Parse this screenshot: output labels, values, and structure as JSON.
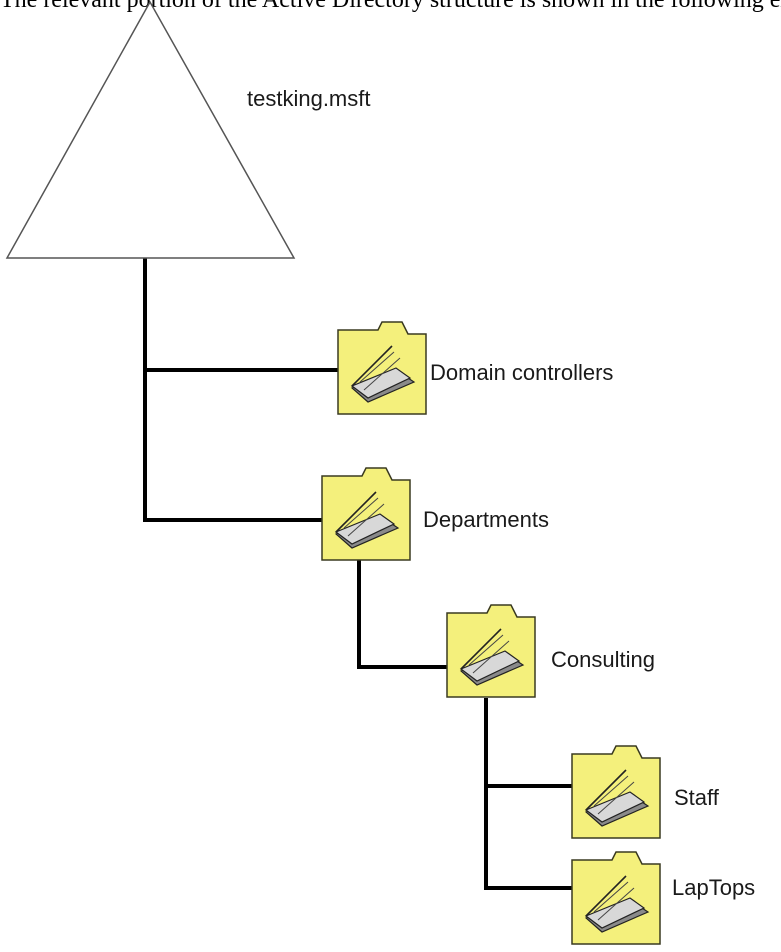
{
  "caption": "The relevant portion of the Active Directory structure is shown in the following exhibit.",
  "domain": {
    "name": "testking.msft"
  },
  "organizational_units": [
    {
      "name": "Domain controllers",
      "parent": "testking.msft"
    },
    {
      "name": "Departments",
      "parent": "testking.msft"
    },
    {
      "name": "Consulting",
      "parent": "Departments"
    },
    {
      "name": "Staff",
      "parent": "Consulting"
    },
    {
      "name": "LapTops",
      "parent": "Consulting"
    }
  ],
  "colors": {
    "folder_fill": "#f4f07c",
    "folder_border": "#3a3a20",
    "line": "#000000"
  },
  "icons": {
    "domain": "triangle-icon",
    "ou": "folder-icon"
  }
}
